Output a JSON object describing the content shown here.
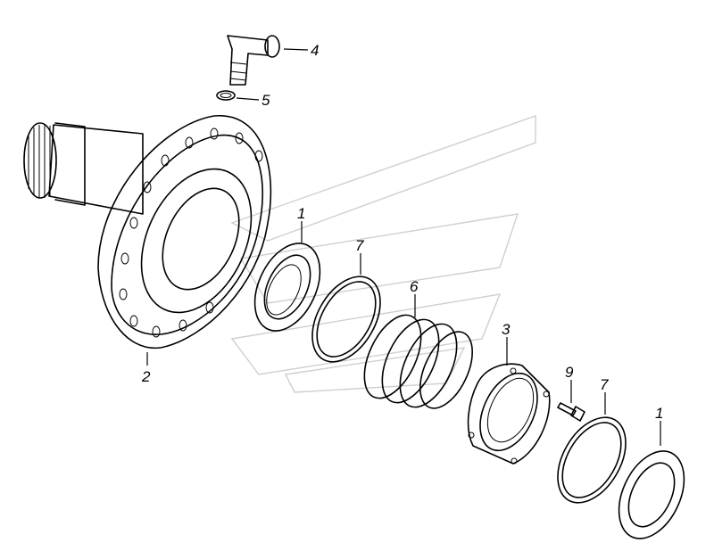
{
  "labels": {
    "n1a": "1",
    "n1b": "1",
    "n2": "2",
    "n3": "3",
    "n4": "4",
    "n5": "5",
    "n6": "6",
    "n7a": "7",
    "n7b": "7",
    "n9": "9"
  }
}
